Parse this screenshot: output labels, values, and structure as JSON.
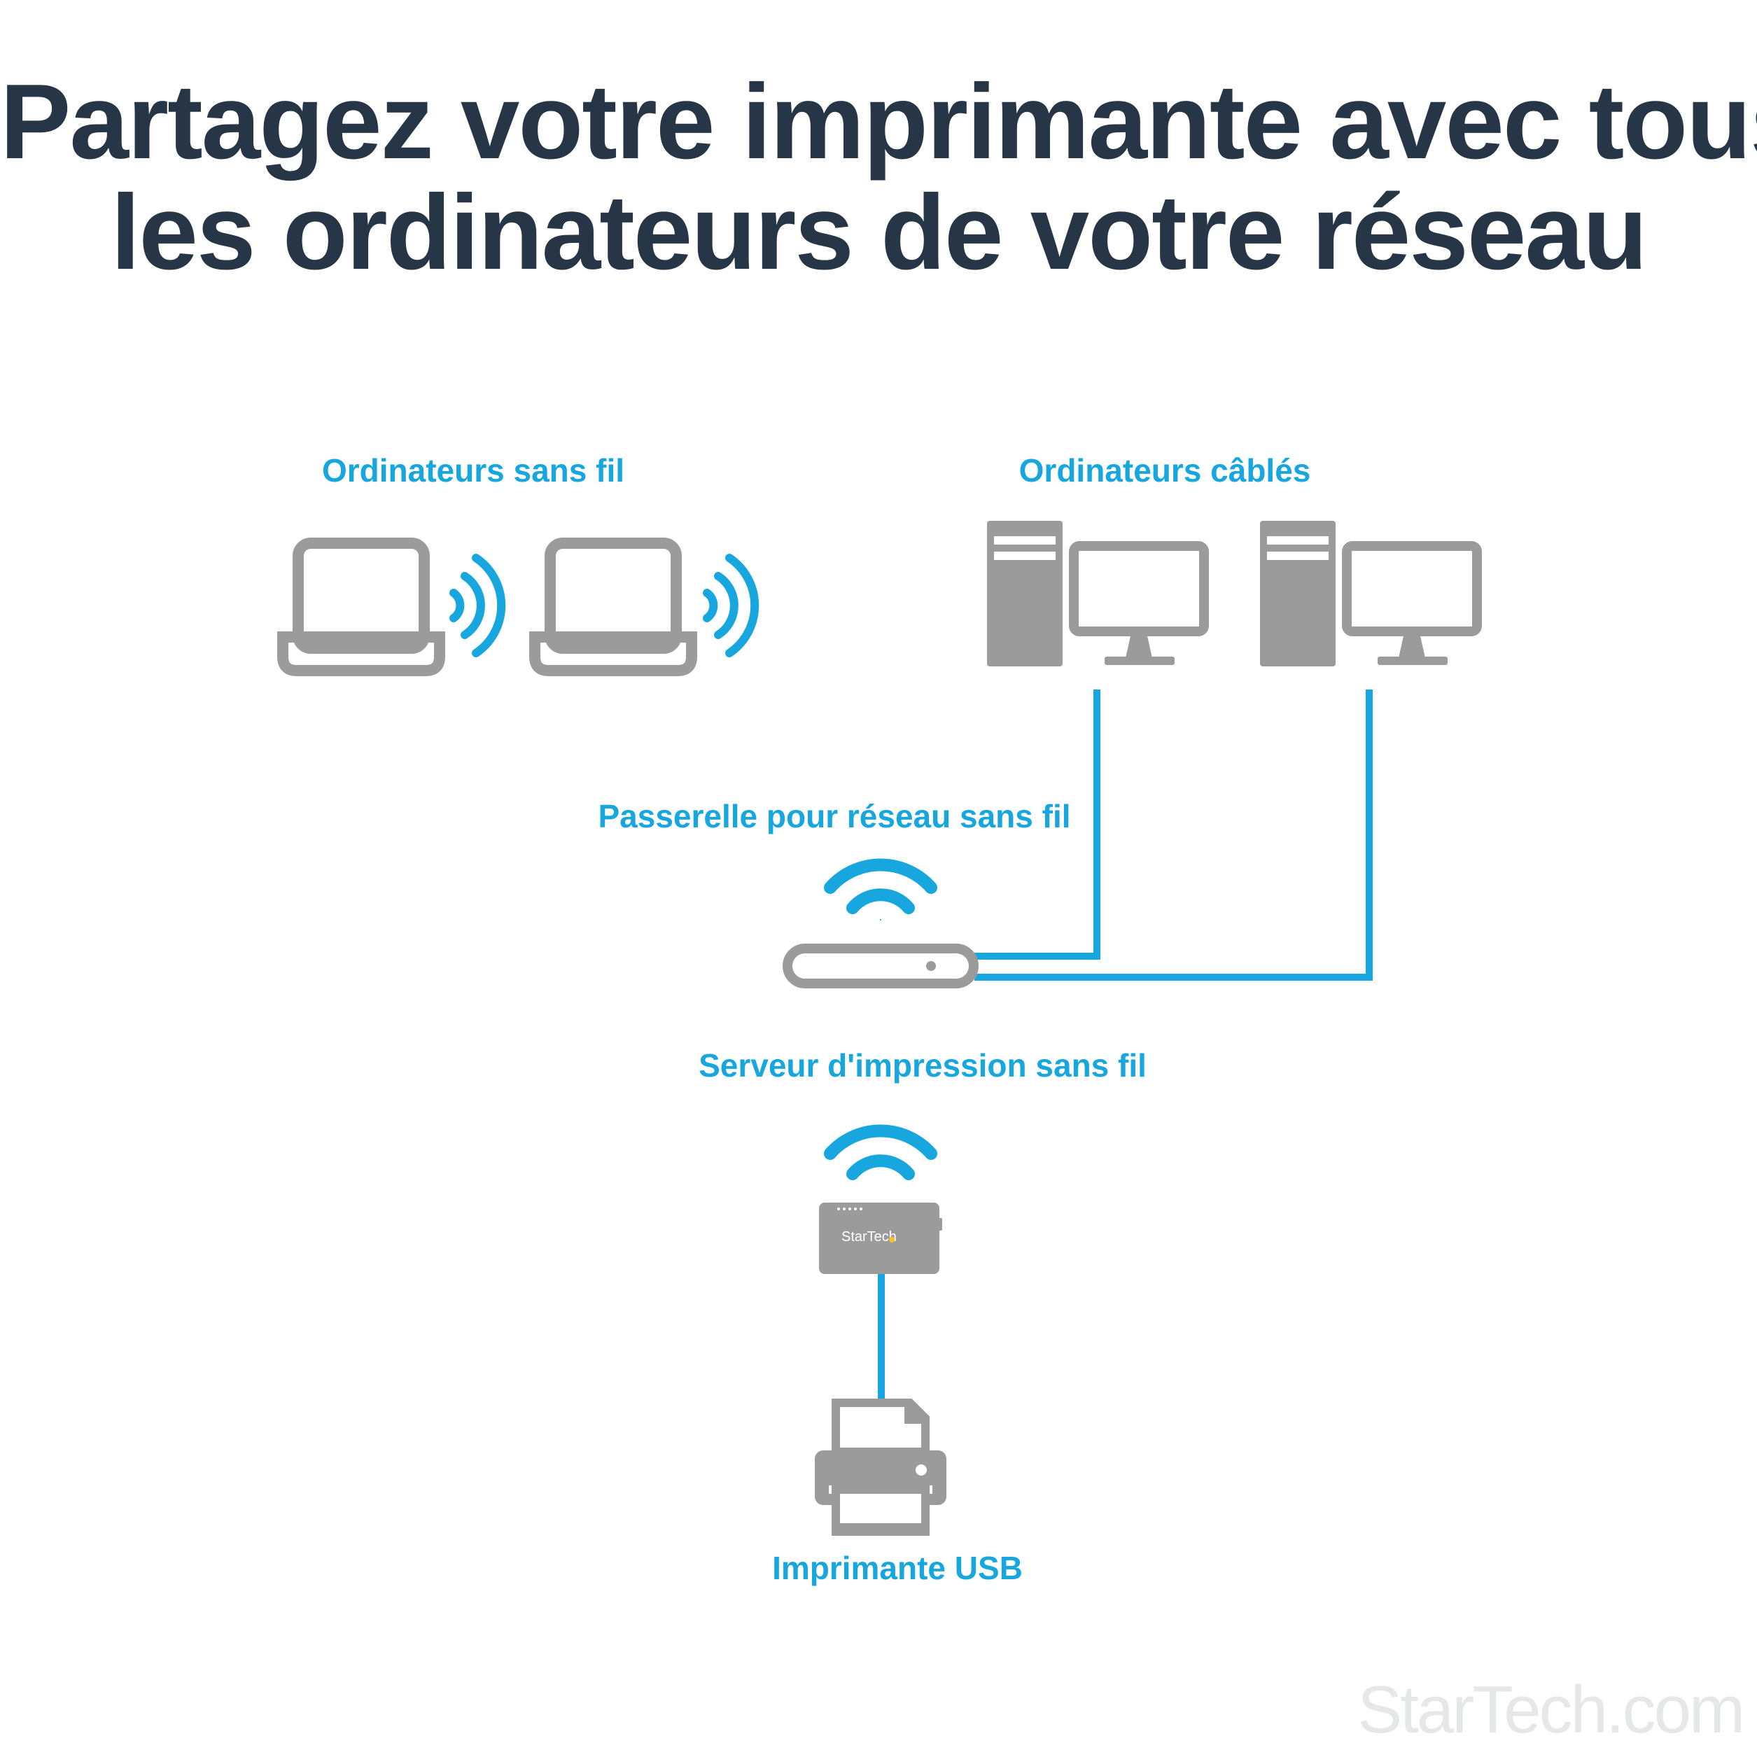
{
  "title": {
    "line1": "Partagez votre imprimante avec tous",
    "line2": "les ordinateurs de votre réseau"
  },
  "nodes": {
    "wireless_computers": "Ordinateurs sans fil",
    "wired_computers": "Ordinateurs câblés",
    "gateway": "Passerelle pour réseau sans fil",
    "print_server": "Serveur d'impression sans fil",
    "printer": "Imprimante USB"
  },
  "device_brand": "StarTech",
  "watermark": "StarTech.com",
  "colors": {
    "title": "#263646",
    "accent_blue": "#17a6de",
    "device_gray": "#9b9b9b"
  },
  "icons": [
    "laptop-icon",
    "wifi-signal-icon",
    "desktop-computer-icon",
    "router-icon",
    "print-server-icon",
    "printer-icon"
  ]
}
